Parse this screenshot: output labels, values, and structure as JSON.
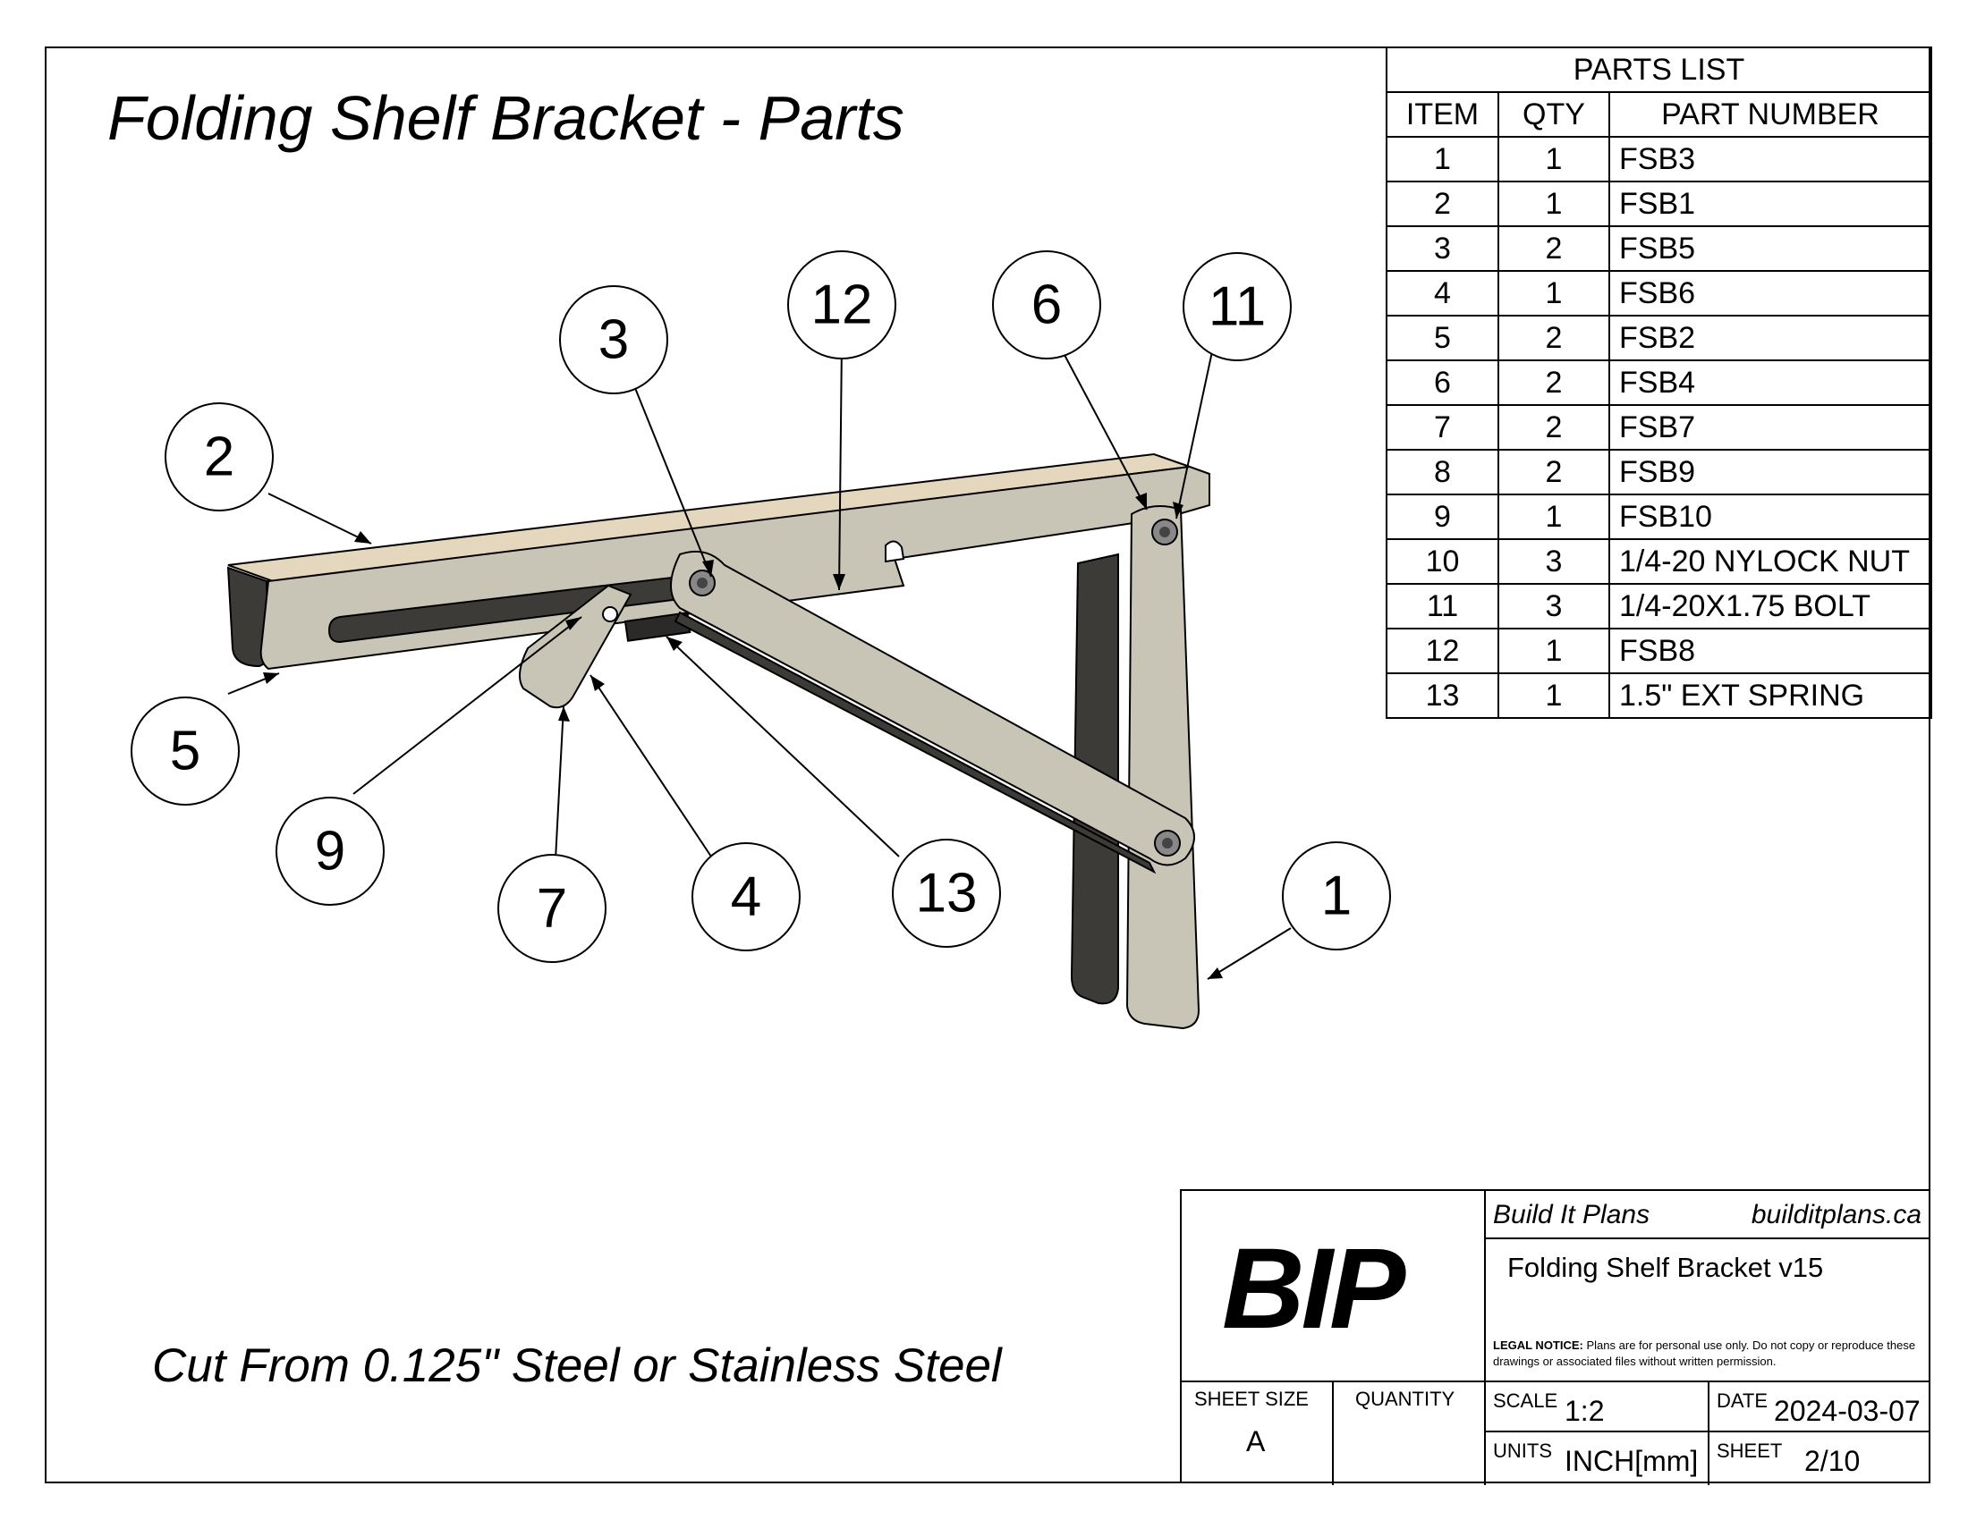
{
  "drawing": {
    "title": "Folding Shelf Bracket - Parts",
    "material_note": "Cut From 0.125\" Steel or Stainless Steel"
  },
  "parts_list": {
    "title": "PARTS LIST",
    "headers": [
      "ITEM",
      "QTY",
      "PART NUMBER"
    ],
    "rows": [
      [
        "1",
        "1",
        "FSB3"
      ],
      [
        "2",
        "1",
        "FSB1"
      ],
      [
        "3",
        "2",
        "FSB5"
      ],
      [
        "4",
        "1",
        "FSB6"
      ],
      [
        "5",
        "2",
        "FSB2"
      ],
      [
        "6",
        "2",
        "FSB4"
      ],
      [
        "7",
        "2",
        "FSB7"
      ],
      [
        "8",
        "2",
        "FSB9"
      ],
      [
        "9",
        "1",
        "FSB10"
      ],
      [
        "10",
        "3",
        "1/4-20 NYLOCK NUT"
      ],
      [
        "11",
        "3",
        "1/4-20X1.75 BOLT"
      ],
      [
        "12",
        "1",
        "FSB8"
      ],
      [
        "13",
        "1",
        "1.5\" EXT SPRING"
      ]
    ]
  },
  "balloons": [
    "1",
    "2",
    "3",
    "4",
    "5",
    "6",
    "7",
    "9",
    "11",
    "12",
    "13"
  ],
  "title_block": {
    "logo": "BIP",
    "company": "Build It Plans",
    "website": "builditplans.ca",
    "drawing_name": "Folding Shelf Bracket v15",
    "legal_label": "LEGAL NOTICE:",
    "legal_text": "Plans are for personal use only. Do not copy or reproduce these drawings or associated files without written permission.",
    "sheet_size_label": "SHEET SIZE",
    "sheet_size": "A",
    "quantity_label": "QUANTITY",
    "scale_label": "SCALE",
    "scale": "1:2",
    "date_label": "DATE",
    "date": "2024-03-07",
    "units_label": "UNITS",
    "units": "INCH[mm]",
    "sheet_label": "SHEET",
    "sheet": "2/10"
  },
  "colors": {
    "steel": "#c9c5b6",
    "steel_dark": "#3c3b38",
    "steel_edge": "#e4d7bd",
    "line": "#000000"
  }
}
